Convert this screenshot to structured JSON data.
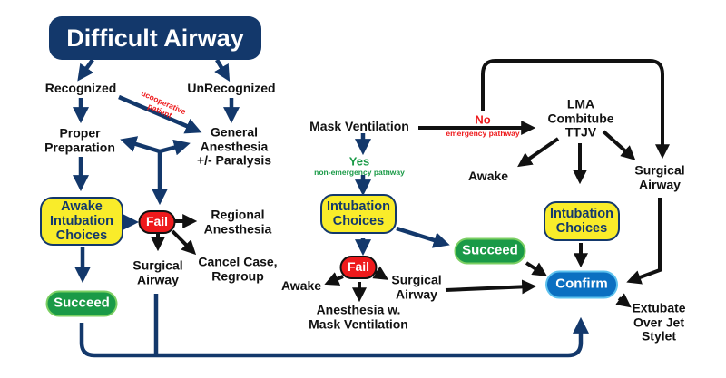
{
  "title": "Difficult Airway",
  "nodes": {
    "recognized": "Recognized",
    "unrecognized": "UnRecognized",
    "uncooperative_line1": "ucooperative",
    "uncooperative_line2": "patient",
    "proper_prep": [
      "Proper",
      "Preparation"
    ],
    "general_anesthesia": [
      "General",
      "Anesthesia",
      "+/- Paralysis"
    ],
    "awake_intubation": [
      "Awake",
      "Intubation",
      "Choices"
    ],
    "fail_left": "Fail",
    "regional_anesthesia": [
      "Regional",
      "Anesthesia"
    ],
    "surgical_airway_left": [
      "Surgical",
      "Airway"
    ],
    "cancel_case": [
      "Cancel Case,",
      "Regroup"
    ],
    "succeed_left": "Succeed",
    "mask_ventilation": "Mask Ventilation",
    "yes_label": "Yes",
    "non_emergency": "non-emergency pathway",
    "no_label": "No",
    "emergency": "emergency pathway",
    "lma": [
      "LMA",
      "Combitube",
      "TTJV"
    ],
    "awake_right": "Awake",
    "surgical_airway_right": [
      "Surgical",
      "Airway"
    ],
    "intubation_mid": [
      "Intubation",
      "Choices"
    ],
    "fail_mid": "Fail",
    "awake_mid": "Awake",
    "anesthesia_mask": [
      "Anesthesia w.",
      "Mask Ventilation"
    ],
    "surgical_airway_mid": [
      "Surgical",
      "Airway"
    ],
    "succeed_mid": "Succeed",
    "intubation_right": [
      "Intubation",
      "Choices"
    ],
    "confirm": "Confirm",
    "extubate": [
      "Extubate",
      "Over Jet",
      "Stylet"
    ]
  },
  "colors": {
    "navy": "#13386b",
    "yellow": "#f9ec2a",
    "green": "#1a9a47",
    "red": "#ee1a1c",
    "blue": "#0b6fc1",
    "black": "#111111"
  }
}
